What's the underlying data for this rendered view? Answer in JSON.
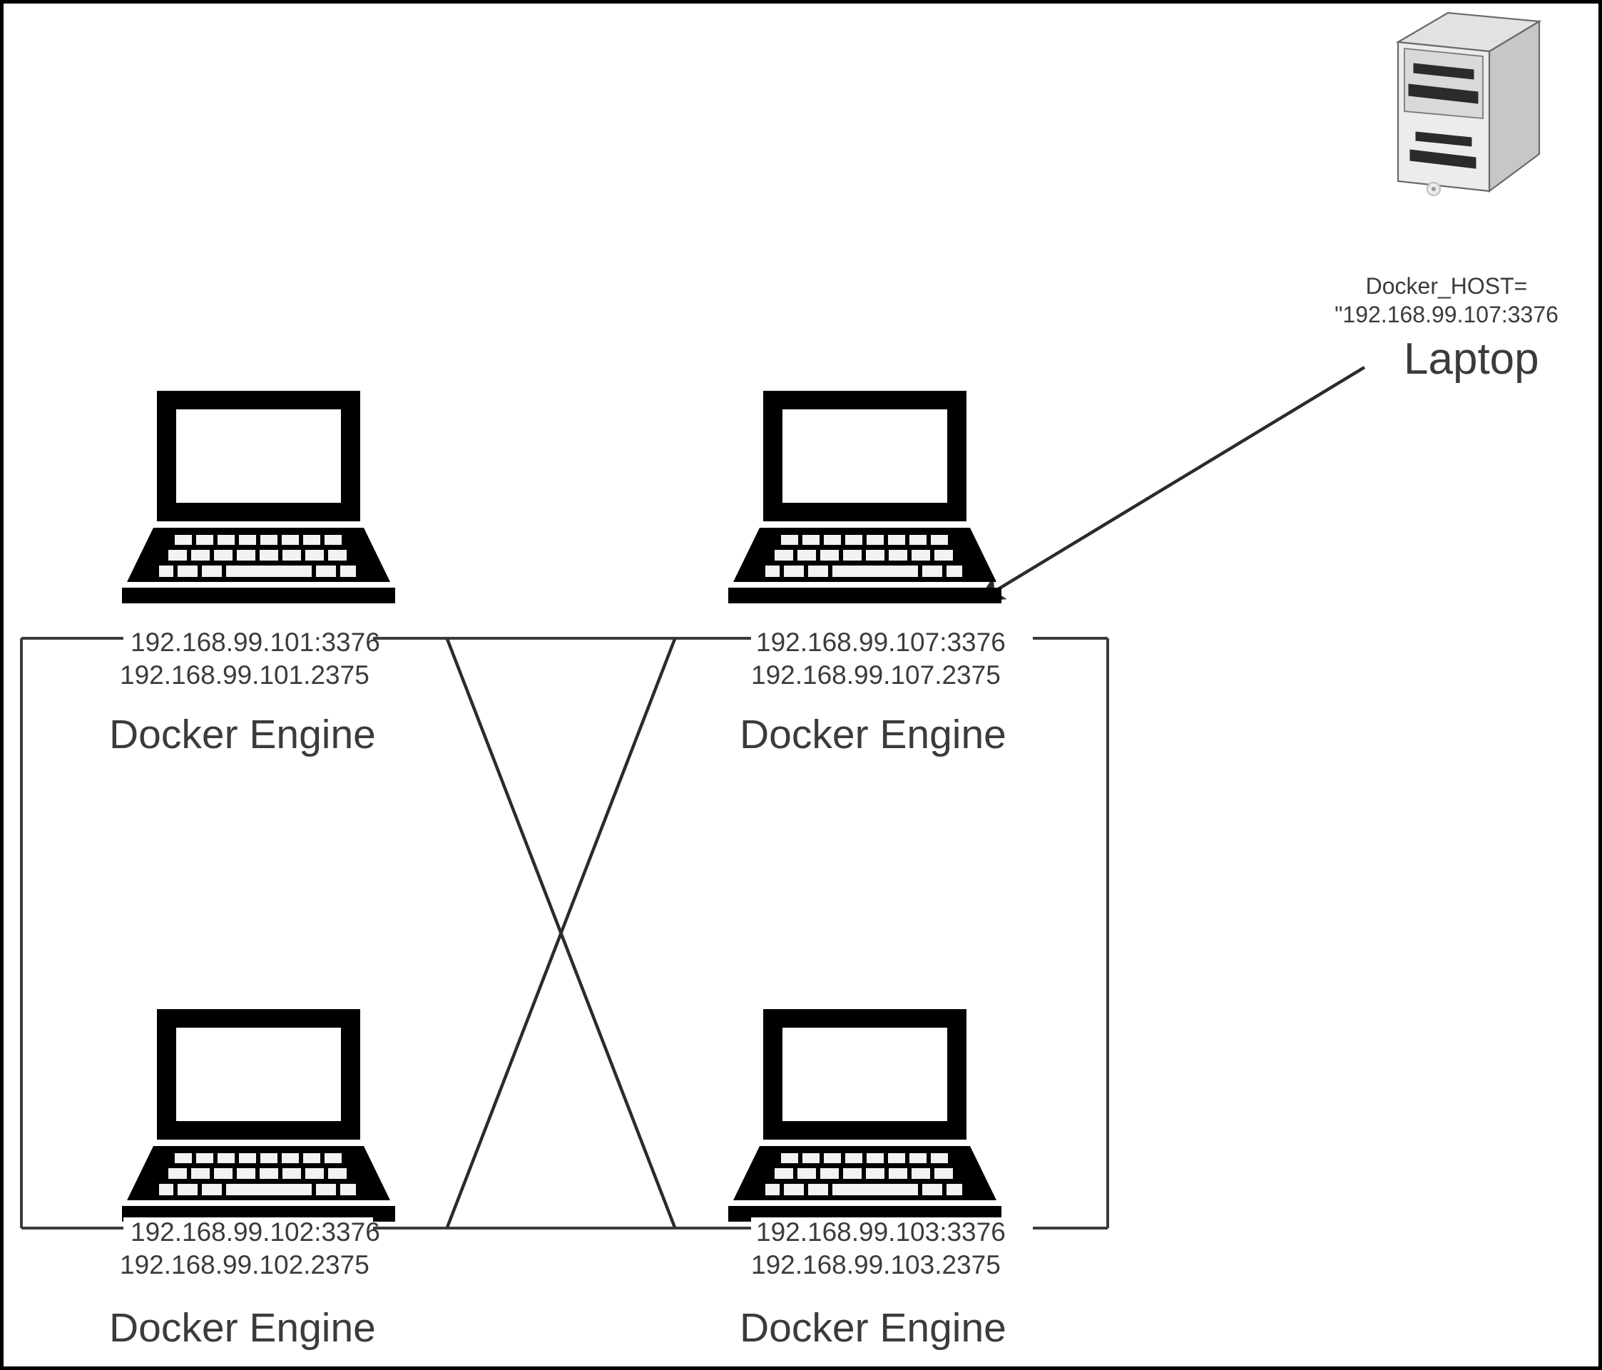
{
  "diagram": {
    "title": "Docker Swarm cluster diagram",
    "background_color": "#ffffff",
    "line_color": "#3b3b3b",
    "text_color": "#3b3b3b",
    "laptop_icon_color": "#000000",
    "server_body_color": "#e8e8e8",
    "server_side_color": "#c9c9c9",
    "server_slot_color": "#2b2b2b"
  },
  "server": {
    "icon": "server-tower-icon",
    "env_var": "Docker_HOST=",
    "env_value": "\"192.168.99.107:3376",
    "title": "Laptop"
  },
  "nodes": [
    {
      "id": "node-101",
      "icon": "laptop-icon",
      "ip_swarm": "192.168.99.101:3376",
      "ip_engine": "192.168.99.101.2375",
      "engine_label": "Docker Engine",
      "position": "top-left"
    },
    {
      "id": "node-107",
      "icon": "laptop-icon",
      "ip_swarm": "192.168.99.107:3376",
      "ip_engine": "192.168.99.107.2375",
      "engine_label": "Docker Engine",
      "position": "top-right"
    },
    {
      "id": "node-102",
      "icon": "laptop-icon",
      "ip_swarm": "192.168.99.102:3376",
      "ip_engine": "192.168.99.102.2375",
      "engine_label": "Docker Engine",
      "position": "bottom-left"
    },
    {
      "id": "node-103",
      "icon": "laptop-icon",
      "ip_swarm": "192.168.99.103:3376",
      "ip_engine": "192.168.99.103.2375",
      "engine_label": "Docker Engine",
      "position": "bottom-right"
    }
  ],
  "connections": {
    "ring": "rectangle-bus",
    "cross": "x-crossing-links",
    "pointer": "arrow-from-server-to-node-107"
  }
}
